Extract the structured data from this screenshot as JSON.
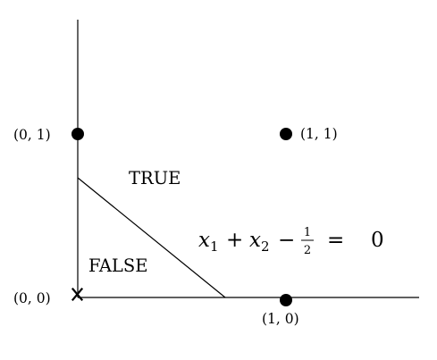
{
  "points": [
    {
      "label": "(0, 0)",
      "marker": "cross"
    },
    {
      "label": "(0, 1)",
      "marker": "dot"
    },
    {
      "label": "(1, 0)",
      "marker": "dot"
    },
    {
      "label": "(1, 1)",
      "marker": "dot"
    }
  ],
  "regions": {
    "true_label": "TRUE",
    "false_label": "FALSE"
  },
  "equation": {
    "var": "x",
    "sub1": "1",
    "plus": "+",
    "sub2": "2",
    "minus": "−",
    "frac_num": "1",
    "frac_den": "2",
    "equals": "=",
    "rhs": "0"
  }
}
